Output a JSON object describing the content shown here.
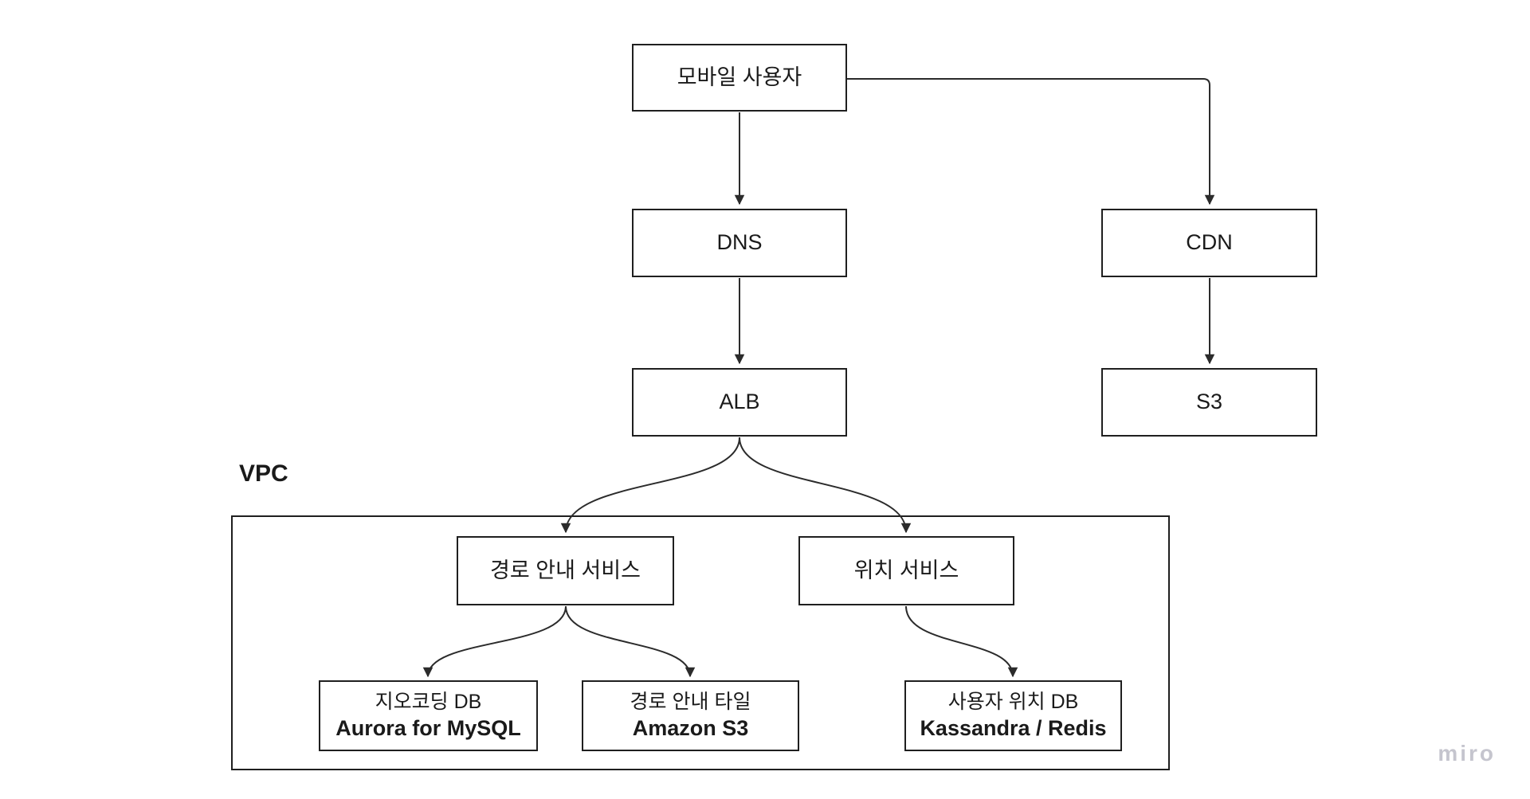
{
  "diagram": {
    "nodes": {
      "mobile_user": {
        "label": "모바일 사용자"
      },
      "dns": {
        "label": "DNS"
      },
      "cdn": {
        "label": "CDN"
      },
      "alb": {
        "label": "ALB"
      },
      "s3": {
        "label": "S3"
      },
      "vpc": {
        "label": "VPC"
      },
      "route_service": {
        "label": "경로 안내 서비스"
      },
      "location_service": {
        "label": "위치 서비스"
      },
      "geocoding_db": {
        "title": "지오코딩 DB",
        "subtitle": "Aurora for MySQL"
      },
      "route_tiles": {
        "title": "경로 안내 타일",
        "subtitle": "Amazon S3"
      },
      "user_location_db": {
        "title": "사용자 위치 DB",
        "subtitle": "Kassandra / Redis"
      }
    },
    "edges": [
      {
        "from": "mobile_user",
        "to": "dns"
      },
      {
        "from": "mobile_user",
        "to": "cdn"
      },
      {
        "from": "dns",
        "to": "alb"
      },
      {
        "from": "cdn",
        "to": "s3"
      },
      {
        "from": "alb",
        "to": "route_service"
      },
      {
        "from": "alb",
        "to": "location_service"
      },
      {
        "from": "route_service",
        "to": "geocoding_db"
      },
      {
        "from": "route_service",
        "to": "route_tiles"
      },
      {
        "from": "location_service",
        "to": "user_location_db"
      }
    ],
    "colors": {
      "line": "#2b2b2b",
      "border": "#1f1f1f",
      "text": "#1a1a1a",
      "background": "#ffffff",
      "watermark": "#c5c5ce"
    }
  },
  "watermark": {
    "label": "miro"
  }
}
